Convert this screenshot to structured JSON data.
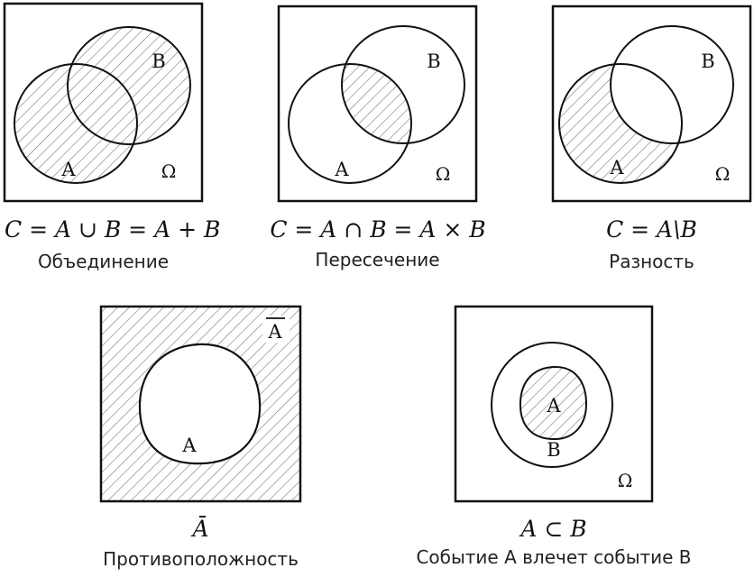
{
  "diagrams": [
    {
      "id": "union",
      "formula": "C = A ∪ B = A + B",
      "caption": "Объединение",
      "labels": {
        "a": "A",
        "b": "B",
        "omega": "Ω"
      }
    },
    {
      "id": "intersection",
      "formula": "C = A ∩ B = A × B",
      "caption": "Пересечение",
      "labels": {
        "a": "A",
        "b": "B",
        "omega": "Ω"
      }
    },
    {
      "id": "difference",
      "formula": "C = A\\B",
      "caption": "Разность",
      "labels": {
        "a": "A",
        "b": "B",
        "omega": "Ω"
      }
    },
    {
      "id": "complement",
      "formula": "Ā",
      "caption": "Противоположность",
      "labels": {
        "a": "A",
        "abar": "A"
      }
    },
    {
      "id": "subset",
      "formula": "A ⊂ B",
      "caption": "Событие А влечет событие В",
      "labels": {
        "a": "A",
        "b": "B",
        "omega": "Ω"
      }
    }
  ]
}
